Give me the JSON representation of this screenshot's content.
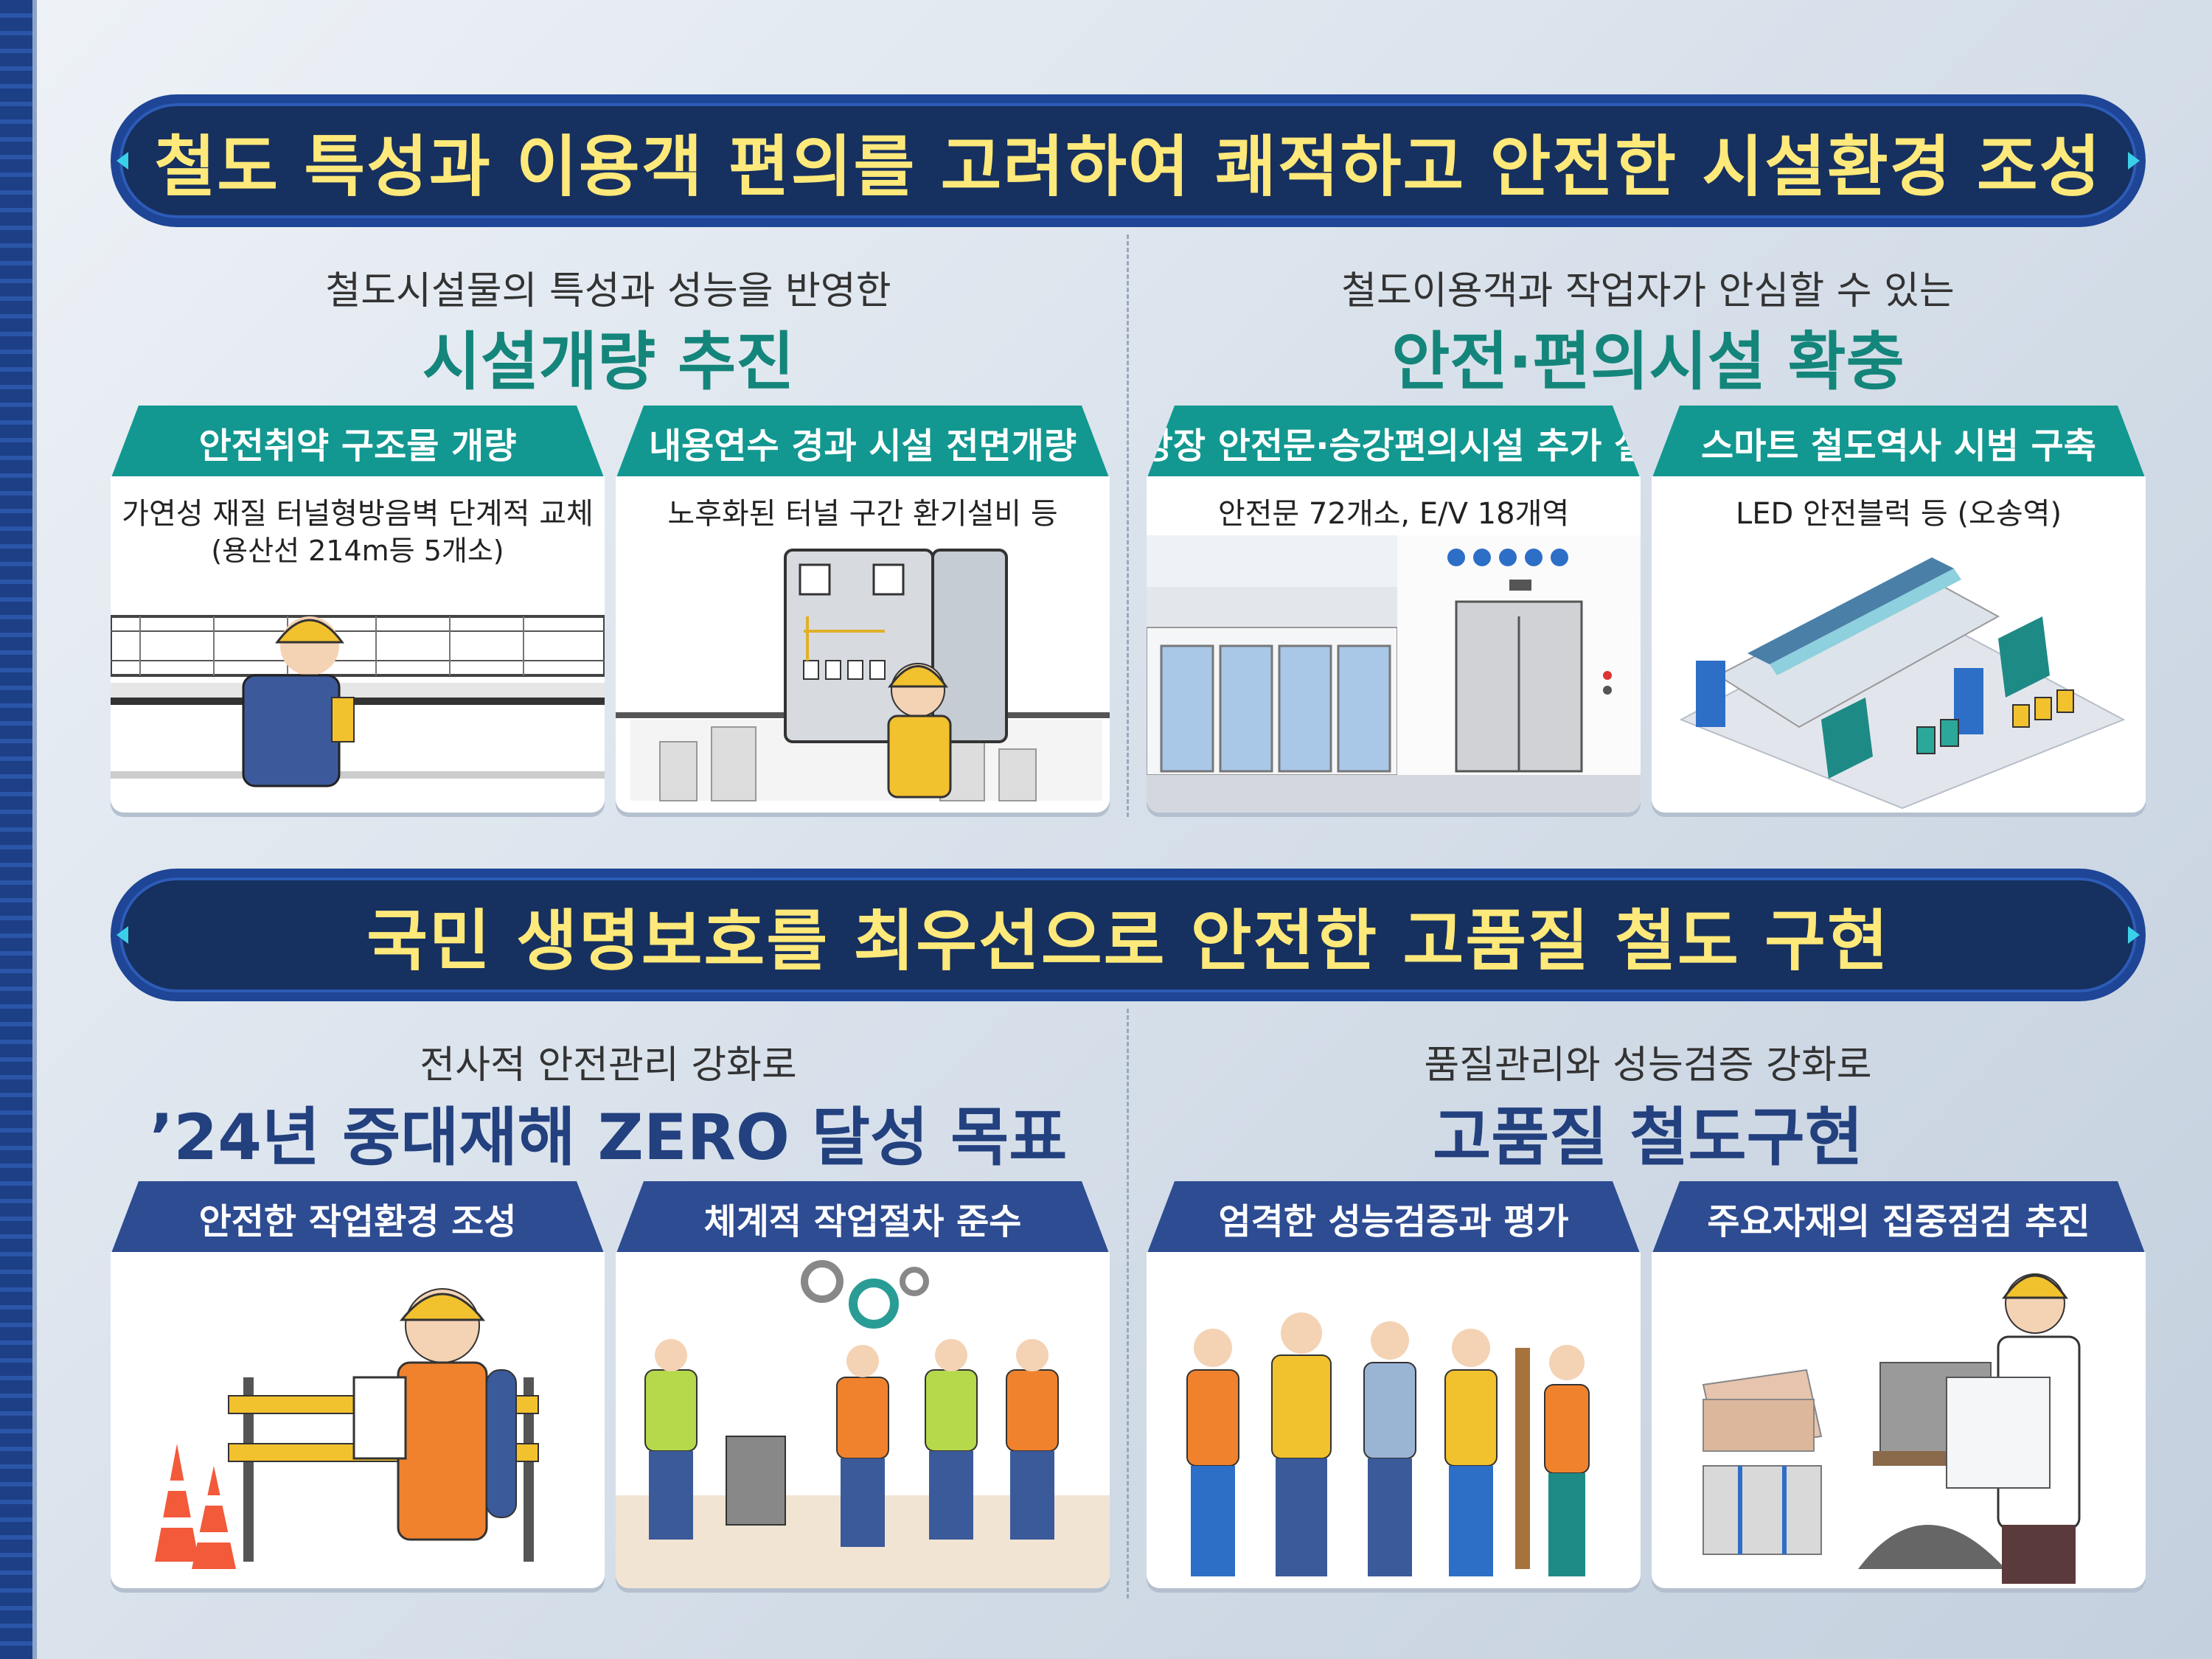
{
  "banner1": {
    "title": "철도 특성과 이용객 편의를 고려하여 쾌적하고 안전한 시설환경 조성"
  },
  "banner2": {
    "title": "국민 생명보호를 최우선으로 안전한 고품질 철도 구현"
  },
  "sections": {
    "s1": {
      "sub": "철도시설물의 특성과 성능을 반영한",
      "head": "시설개량 추진"
    },
    "s2": {
      "sub": "철도이용객과 작업자가 안심할 수 있는",
      "head": "안전·편의시설 확충"
    },
    "s3": {
      "sub": "전사적 안전관리 강화로",
      "head": "’24년 중대재해 ZERO 달성 목표"
    },
    "s4": {
      "sub": "품질관리와 성능검증 강화로",
      "head": "고품질 철도구현"
    }
  },
  "cards": {
    "c1": {
      "tab": "안전취약 구조물 개량",
      "caption": "가연성 재질 터널형방음벽 단계적 교체",
      "caption2": "(용산선 214m등 5개소)"
    },
    "c2": {
      "tab": "내용연수 경과 시설 전면개량",
      "caption": "노후화된 터널 구간 환기설비 등"
    },
    "c3": {
      "tab": "승강장 안전문·승강편의시설 추가 설치",
      "caption": "안전문 72개소, E/V 18개역"
    },
    "c4": {
      "tab": "스마트 철도역사 시범 구축",
      "caption": "LED 안전블럭 등 (오송역)"
    },
    "c5": {
      "tab": "안전한 작업환경 조성"
    },
    "c6": {
      "tab": "체계적 작업절차 준수"
    },
    "c7": {
      "tab": "엄격한 성능검증과 평가"
    },
    "c8": {
      "tab": "주요자재의 집중점검 추진"
    }
  },
  "colors": {
    "teal": "#129890",
    "navy": "#2e4c92",
    "banner": "#16305f",
    "banner_text": "#ffe97a"
  }
}
